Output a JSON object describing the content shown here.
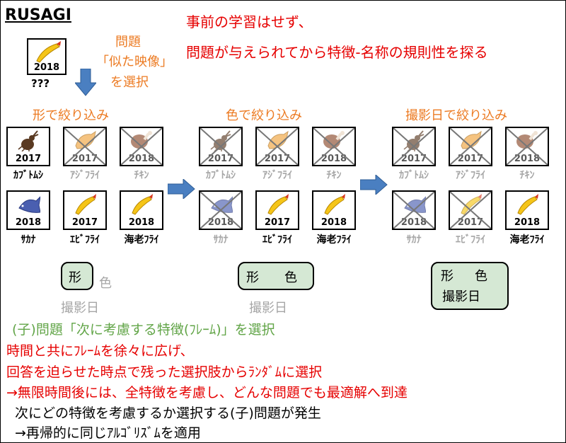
{
  "title": "RUSAGI",
  "note_line1": "事前の学習はせず、",
  "note_line2": "問題が与えられてから特徴-名称の規則性を探る",
  "question_card": {
    "year": "2018",
    "label": "???"
  },
  "question_text": [
    "問題",
    "「似た映像」",
    "を選択"
  ],
  "stages": [
    {
      "heading": "形で絞り込み",
      "cards": [
        {
          "year": "2017",
          "label": "ｶﾌﾞﾄﾑｼ",
          "active": true
        },
        {
          "year": "2017",
          "label": "ｱｼﾞﾌﾗｲ",
          "active": false
        },
        {
          "year": "2018",
          "label": "ﾁｷﾝ",
          "active": false
        },
        {
          "year": "2018",
          "label": "ｻｶﾅ",
          "active": true
        },
        {
          "year": "2017",
          "label": "ｴﾋﾞﾌﾗｲ",
          "active": true
        },
        {
          "year": "2018",
          "label": "海老ﾌﾗｲ",
          "active": true
        }
      ],
      "box_active": [
        "形"
      ],
      "box_inactive": [
        "色",
        "撮影日"
      ]
    },
    {
      "heading": "色で絞り込み",
      "cards": [
        {
          "year": "2017",
          "label": "ｶﾌﾞﾄﾑｼ",
          "active": false
        },
        {
          "year": "2017",
          "label": "ｱｼﾞﾌﾗｲ",
          "active": false
        },
        {
          "year": "2018",
          "label": "ﾁｷﾝ",
          "active": false
        },
        {
          "year": "2018",
          "label": "ｻｶﾅ",
          "active": false
        },
        {
          "year": "2017",
          "label": "ｴﾋﾞﾌﾗｲ",
          "active": true
        },
        {
          "year": "2018",
          "label": "海老ﾌﾗｲ",
          "active": true
        }
      ],
      "box_active": [
        "形",
        "色"
      ],
      "box_inactive": [
        "撮影日"
      ]
    },
    {
      "heading": "撮影日で絞り込み",
      "cards": [
        {
          "year": "2017",
          "label": "ｶﾌﾞﾄﾑｼ",
          "active": false
        },
        {
          "year": "2017",
          "label": "ｱｼﾞﾌﾗｲ",
          "active": false
        },
        {
          "year": "2018",
          "label": "ﾁｷﾝ",
          "active": false
        },
        {
          "year": "2018",
          "label": "ｻｶﾅ",
          "active": false
        },
        {
          "year": "2017",
          "label": "ｴﾋﾞﾌﾗｲ",
          "active": false
        },
        {
          "year": "2018",
          "label": "海老ﾌﾗｲ",
          "active": true
        }
      ],
      "box_active": [
        "形",
        "色",
        "撮影日"
      ],
      "box_inactive": []
    }
  ],
  "sub_problem": "(子)問題「次に考慮する特徴(ﾌﾚｰﾑ)」を選択",
  "red_lines": [
    "時間と共にﾌﾚｰﾑを徐々に広げ、",
    "回答を迫らせた時点で残った選択肢からﾗﾝﾀﾞﾑに選択",
    "→無限時間後には、全特徴を考慮し、どんな問題でも最適解へ到達"
  ],
  "black_lines": [
    "次にどの特徴を考慮するか選択する(子)問題が発生",
    "→再帰的に同じｱﾙｺﾞﾘｽﾞﾑを適用"
  ],
  "colors": {
    "red": "#e60000",
    "orange": "#ec7b23",
    "green": "#62a548",
    "box_fill": "#d5e8d4",
    "arrow": "#4a7fc1",
    "gray": "#a6a6a6"
  }
}
